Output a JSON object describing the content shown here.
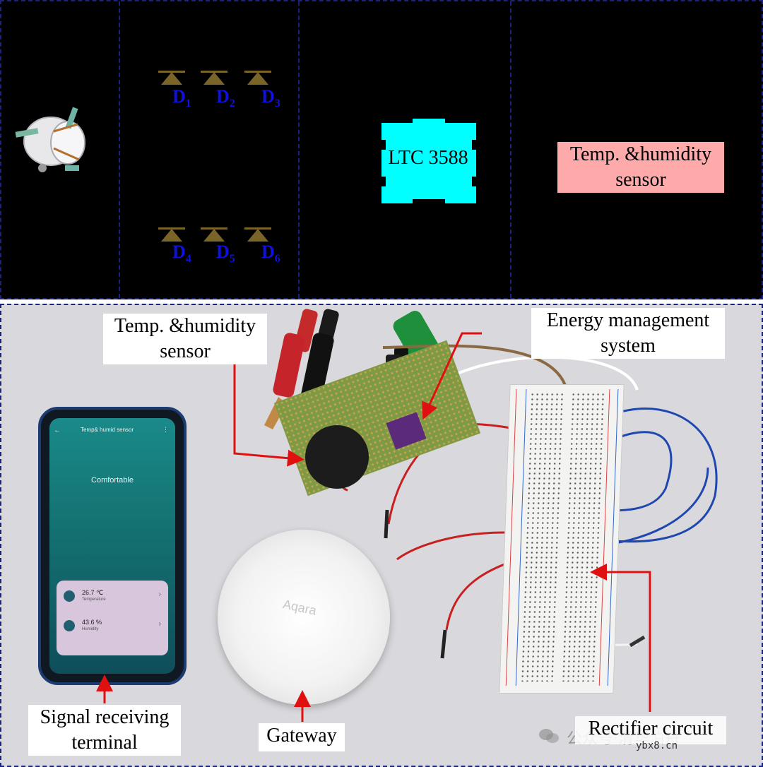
{
  "schematic": {
    "diodes_top": [
      "D",
      "D",
      "D"
    ],
    "diode_subs_top": [
      "1",
      "2",
      "3"
    ],
    "diodes_bottom": [
      "D",
      "D",
      "D"
    ],
    "diode_subs_bottom": [
      "4",
      "5",
      "6"
    ],
    "ltc_label": "LTC 3588",
    "temp_sensor_line1": "Temp. &humidity",
    "temp_sensor_line2": "sensor",
    "colors": {
      "diode": "#7a6428",
      "ltc": "#00ffff",
      "sensor_box": "#ffaaaa",
      "label": "#1010e0"
    }
  },
  "photo": {
    "callouts": {
      "temp_sensor_line1": "Temp. &humidity",
      "temp_sensor_line2": "sensor",
      "energy_line1": "Energy management",
      "energy_line2": "system",
      "signal_line1": "Signal receiving",
      "signal_line2": "terminal",
      "gateway": "Gateway",
      "rectifier": "Rectifier circuit"
    },
    "phone": {
      "header": "Temp& humid sensor",
      "status": "Comfortable",
      "temperature_value": "26.7 ℃",
      "temperature_label": "Temperature",
      "humidity_value": "43.6 %",
      "humidity_label": "Humidity"
    },
    "gateway_logo": "Aqara",
    "watermark": "公众号·清华泊舟",
    "watermark_url": "ybx8.cn"
  }
}
